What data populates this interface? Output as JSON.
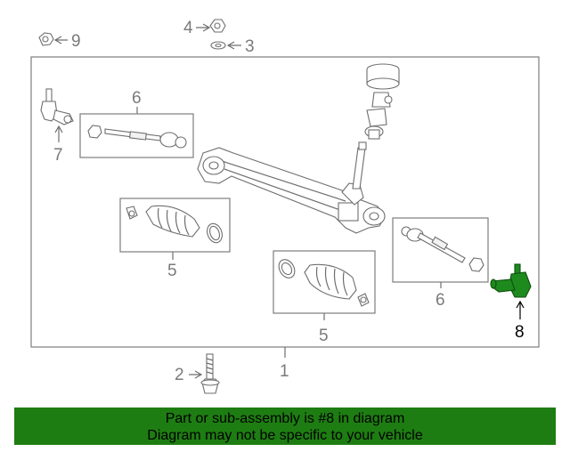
{
  "diagram": {
    "callouts": {
      "c1": "1",
      "c2": "2",
      "c3": "3",
      "c4": "4",
      "c5a": "5",
      "c5b": "5",
      "c6a": "6",
      "c6b": "6",
      "c7": "7",
      "c8": "8",
      "c9": "9"
    },
    "highlight_color": "#1e8a1e"
  },
  "banner": {
    "line1": "Part or sub-assembly is #8 in diagram",
    "line2": "Diagram may not be specific to your vehicle",
    "background": "#1e7d12"
  }
}
